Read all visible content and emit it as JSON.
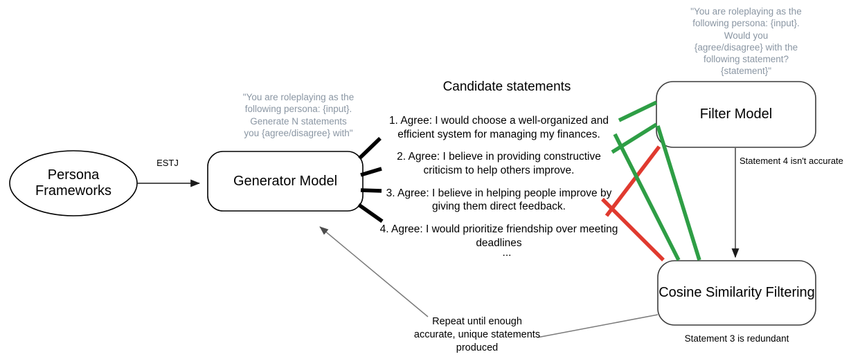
{
  "diagram": {
    "title": "Persona statement generation and filtering pipeline",
    "colors": {
      "accept_green": "#2E9E45",
      "reject_red": "#E03A2F",
      "note_gray": "#8a96a3",
      "edge_gray": "#7a7a7a",
      "stroke_black": "#000000"
    }
  },
  "nodes": {
    "persona_frameworks": {
      "label": "Persona\nFrameworks",
      "line1": "Persona",
      "line2": "Frameworks",
      "shape": "ellipse"
    },
    "generator_model": {
      "label": "Generator Model",
      "shape": "rounded-rect"
    },
    "filter_model": {
      "label": "Filter Model",
      "shape": "rounded-rect"
    },
    "cosine_similarity_filtering": {
      "label": "Cosine Similarity Filtering",
      "shape": "rounded-rect"
    }
  },
  "edges": {
    "persona_to_generator_label": "ESTJ",
    "filter_to_cosine_label": "Statement 4 isn't accurate",
    "cosine_caption": "Statement 3 is redundant",
    "repeat_label_line1": "Repeat until enough",
    "repeat_label_line2": "accurate, unique statements",
    "repeat_label_line3": "produced"
  },
  "notes": {
    "generator_prompt": [
      "\"You are roleplaying as the",
      "following persona: {input}.",
      "Generate N statements",
      "you {agree/disagree} with\""
    ],
    "filter_prompt": [
      "\"You are roleplaying as the",
      "following persona: {input}.",
      "Would you",
      "{agree/disagree} with the",
      "following statement?",
      "{statement}\""
    ]
  },
  "statements": {
    "heading": "Candidate statements",
    "ellipsis": "...",
    "items": [
      {
        "number": "1.",
        "text": "Agree: I would choose a well-organized and efficient system for managing my finances."
      },
      {
        "number": "2.",
        "text": "Agree: I believe in providing constructive criticism to help others improve."
      },
      {
        "number": "3.",
        "text": "Agree: I believe in helping people improve by giving them direct feedback."
      },
      {
        "number": "4.",
        "text": "Agree: I would prioritize friendship over meeting deadlines"
      }
    ]
  }
}
